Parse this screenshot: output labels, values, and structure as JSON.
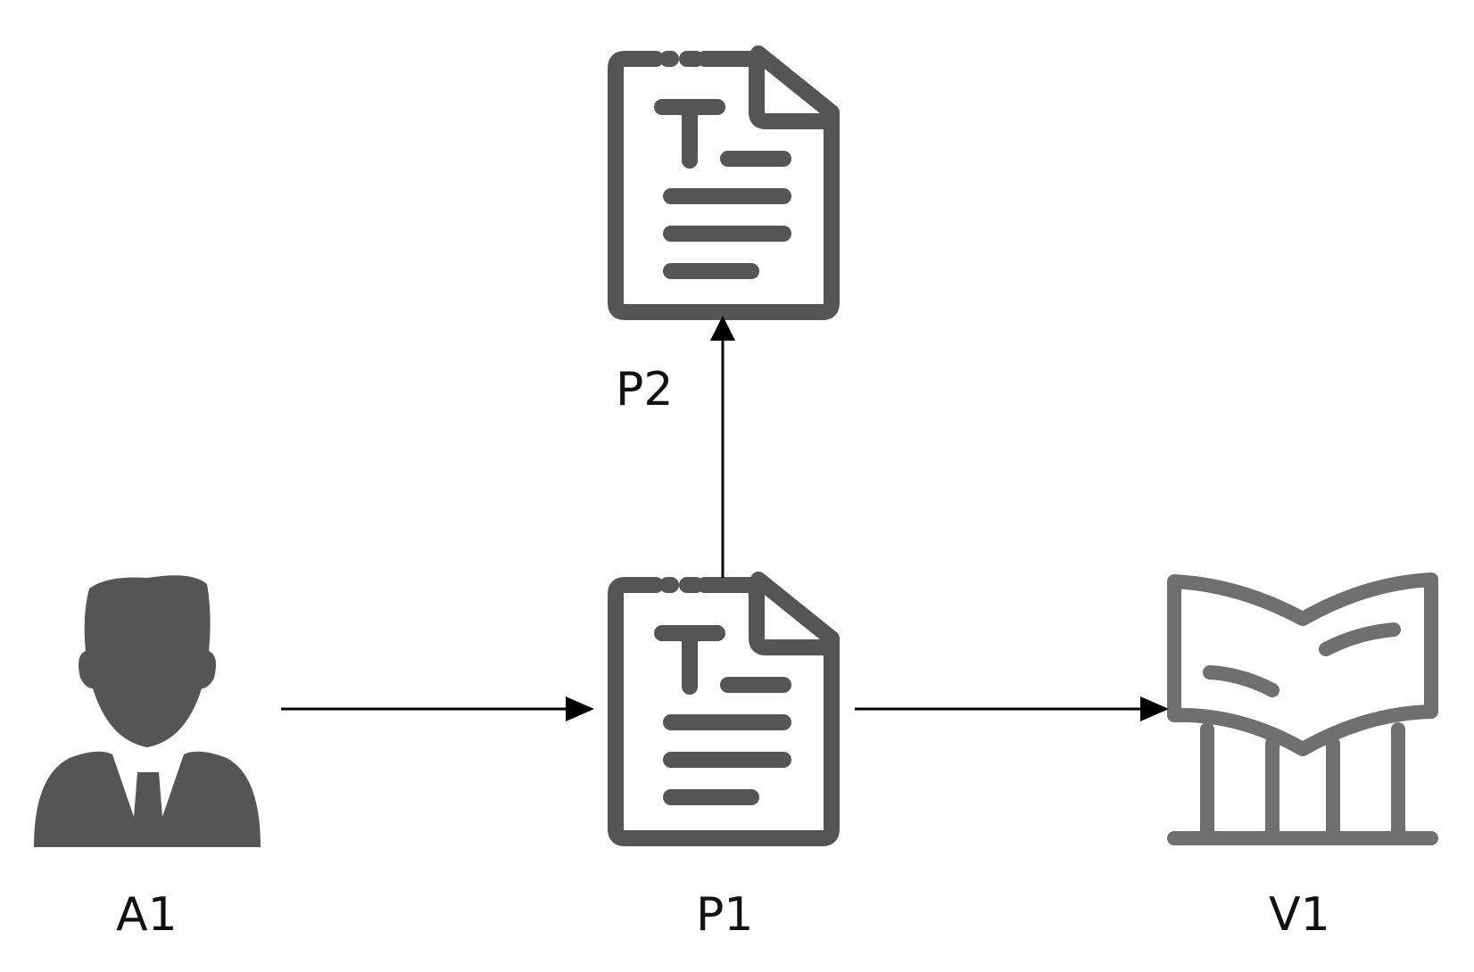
{
  "nodes": {
    "a1": {
      "label": "A1",
      "icon": "person-icon"
    },
    "p1": {
      "label": "P1",
      "icon": "text-document-icon"
    },
    "p2": {
      "label": "P2",
      "icon": "text-document-icon"
    },
    "v1": {
      "label": "V1",
      "icon": "open-book-stand-icon"
    }
  },
  "edges": [
    {
      "from": "A1",
      "to": "P1"
    },
    {
      "from": "P1",
      "to": "P2"
    },
    {
      "from": "P1",
      "to": "V1"
    }
  ],
  "colors": {
    "icon": "#555555",
    "book": "#6f6f6f",
    "edge": "#000000"
  }
}
